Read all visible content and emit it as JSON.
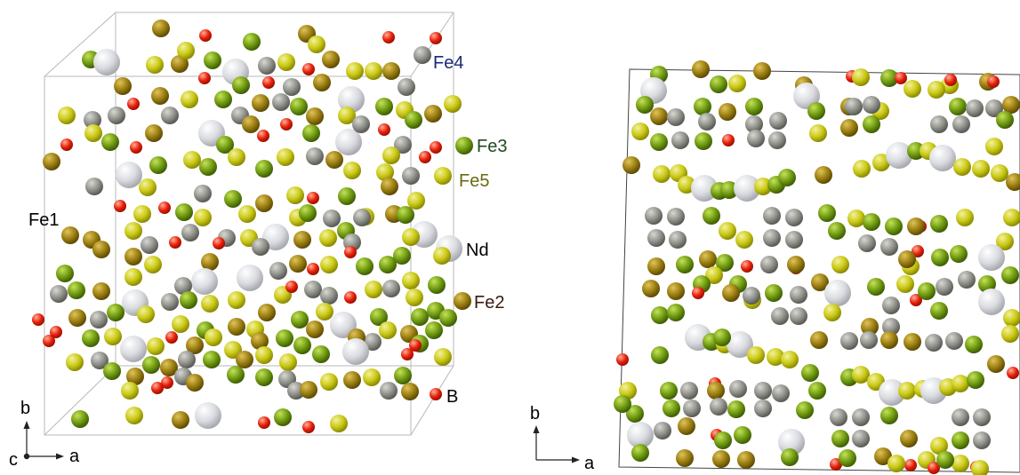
{
  "colors": {
    "Nd": "#d9dbe0",
    "Fe1": "#8a8a72",
    "Fe2": "#9a7d10",
    "Fe3": "#6f9a10",
    "Fe4": "#8f908a",
    "Fe5": "#c9c814",
    "B": "#e8200a",
    "Fe4_label": "#1a2a7a",
    "Fe3_label": "#1f4a1f",
    "Fe5_label": "#6a6a10",
    "Fe2_label": "#3a1a10"
  },
  "left_view": {
    "labels": {
      "fe4": "Fe4",
      "fe3": "Fe3",
      "fe5": "Fe5",
      "fe1": "Fe1",
      "nd": "Nd",
      "fe2": "Fe2",
      "b": "B"
    },
    "axes": {
      "b": "b",
      "a": "a",
      "c": "c"
    }
  },
  "right_view": {
    "axes": {
      "b": "b",
      "a": "a"
    }
  }
}
